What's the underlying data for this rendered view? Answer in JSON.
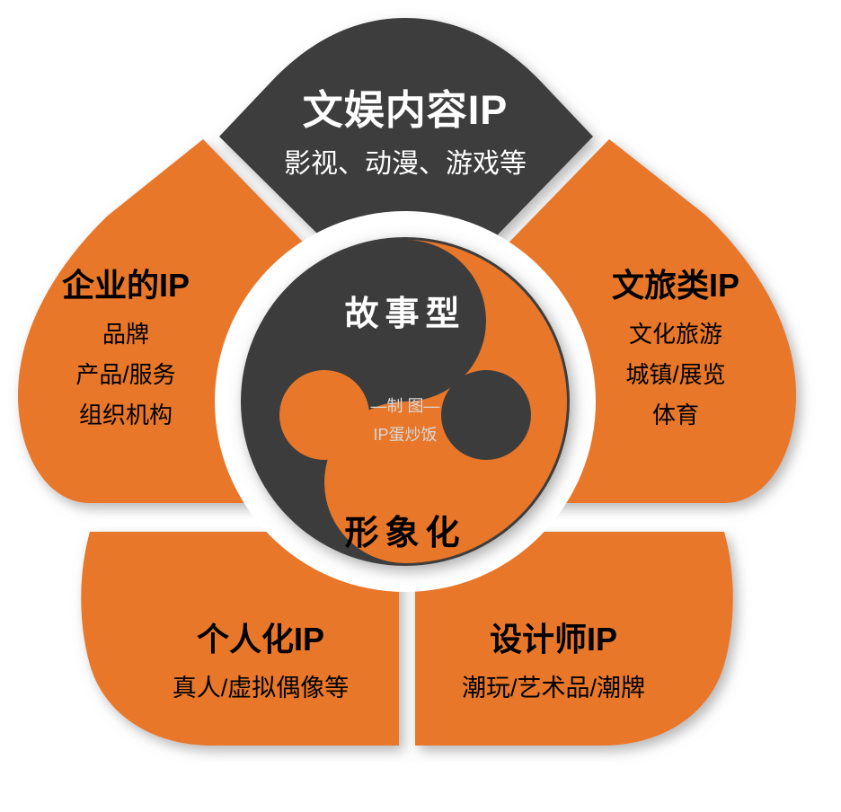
{
  "diagram": {
    "type": "petal-taiji",
    "background_color": "#ffffff",
    "accent_orange": "#E8772A",
    "dark_gray": "#3C3C3C",
    "text_dark": "#000000",
    "text_light": "#FFFFFF",
    "petals": [
      {
        "id": "top",
        "position": "top",
        "fill": "#3C3C3C",
        "title": "文娱内容IP",
        "title_color": "#FFFFFF",
        "subtitles": [
          "影视、动漫、游戏等"
        ],
        "subtitle_color": "#FFFFFF"
      },
      {
        "id": "left",
        "position": "left",
        "fill": "#E8772A",
        "title": "企业的IP",
        "title_color": "#000000",
        "subtitles": [
          "品牌",
          "产品/服务",
          "组织机构"
        ],
        "subtitle_color": "#000000"
      },
      {
        "id": "right",
        "position": "right",
        "fill": "#E8772A",
        "title": "文旅类IP",
        "title_color": "#000000",
        "subtitles": [
          "文化旅游",
          "城镇/展览",
          "体育"
        ],
        "subtitle_color": "#000000"
      },
      {
        "id": "bottom-left",
        "position": "bottom-left",
        "fill": "#E8772A",
        "title": "个人化IP",
        "title_color": "#000000",
        "subtitles": [
          "真人/虚拟偶像等"
        ],
        "subtitle_color": "#000000"
      },
      {
        "id": "bottom-right",
        "position": "bottom-right",
        "fill": "#E8772A",
        "title": "设计师IP",
        "title_color": "#000000",
        "subtitles": [
          "潮玩/艺术品/潮牌"
        ],
        "subtitle_color": "#000000"
      }
    ],
    "center": {
      "symbol": "taiji-yin-yang",
      "yin_label": "故事型",
      "yin_label_color": "#FFFFFF",
      "yang_label": "形象化",
      "yang_label_color": "#000000",
      "watermark_line1": "—制 图—",
      "watermark_line2": "IP蛋炒饭"
    }
  }
}
